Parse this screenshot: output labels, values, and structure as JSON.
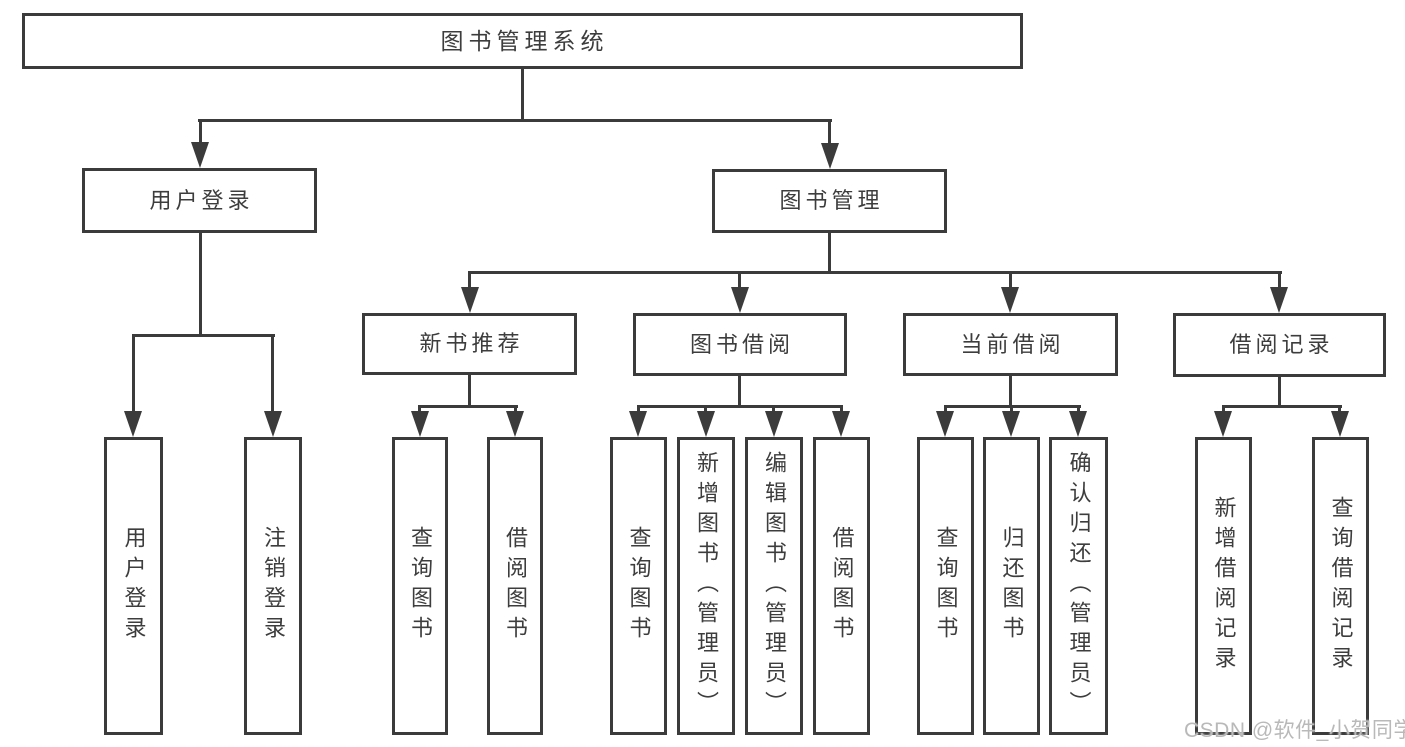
{
  "diagram": {
    "type": "tree",
    "title": "图书管理系统",
    "line_color": "#3b3b3b",
    "text_color": "#3d3d3d",
    "background": "#ffffff",
    "hierarchy": {
      "图书管理系统": {
        "用户登录": [
          "用户登录",
          "注销登录"
        ],
        "图书管理": {
          "新书推荐": [
            "查询图书",
            "借阅图书"
          ],
          "图书借阅": [
            "查询图书",
            "新增图书（管理员）",
            "编辑图书（管理员）",
            "借阅图书"
          ],
          "当前借阅": [
            "查询图书",
            "归还图书",
            "确认归还（管理员）"
          ],
          "借阅记录": [
            "新增借阅记录",
            "查询借阅记录"
          ]
        }
      }
    }
  },
  "nodes": {
    "root": "图书管理系统",
    "user_login": "用户登录",
    "book_mgmt": "图书管理",
    "new_book_rec": "新书推荐",
    "book_borrow": "图书借阅",
    "current_borrow": "当前借阅",
    "borrow_records": "借阅记录",
    "leaf_user_login": "用户登录",
    "leaf_logout": "注销登录",
    "leaf_query_book_a": "查询图书",
    "leaf_borrow_book_a": "借阅图书",
    "leaf_query_book_b": "查询图书",
    "leaf_add_book": "新增图书（管理员）",
    "leaf_edit_book": "编辑图书（管理员）",
    "leaf_borrow_book_b": "借阅图书",
    "leaf_query_book_c": "查询图书",
    "leaf_return_book": "归还图书",
    "leaf_confirm_return": "确认归还（管理员）",
    "leaf_add_record": "新增借阅记录",
    "leaf_query_record": "查询借阅记录"
  },
  "watermark": {
    "text": "CSDN @软件_小贺同学",
    "color": "#b9b9b9"
  }
}
